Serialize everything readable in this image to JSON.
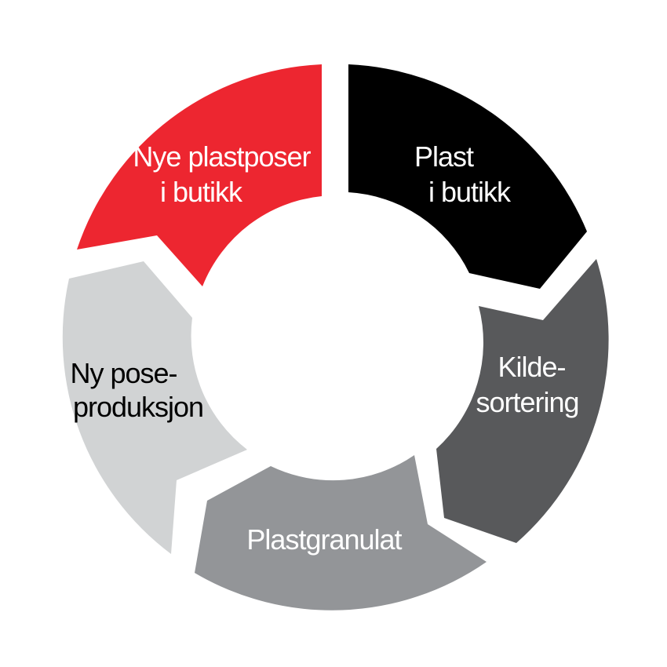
{
  "segments": [
    {
      "id": "plast-i-butikk",
      "lines": [
        "Plast",
        "i butikk"
      ],
      "fill": "#000000",
      "text_color": "#ffffff"
    },
    {
      "id": "kildesortering",
      "lines": [
        "Kilde-",
        "sortering"
      ],
      "fill": "#58595b",
      "text_color": "#ffffff"
    },
    {
      "id": "plastgranulat",
      "lines": [
        "Plastgranulat"
      ],
      "fill": "#939598",
      "text_color": "#ffffff"
    },
    {
      "id": "ny-poseproduksjon",
      "lines": [
        "Ny pose-",
        "produksjon"
      ],
      "fill": "#d1d3d4",
      "text_color": "#000000"
    },
    {
      "id": "nye-plastposer-i-butikk",
      "lines": [
        "Nye plastposer",
        "i butikk"
      ],
      "fill": "#ed2630",
      "text_color": "#ffffff"
    }
  ]
}
